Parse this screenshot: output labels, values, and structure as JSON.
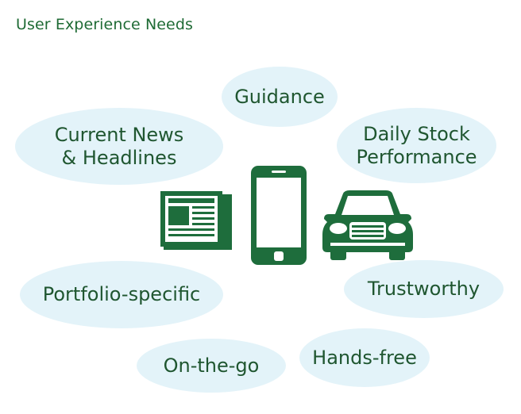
{
  "title": "User Experience Needs",
  "needs": [
    "Guidance",
    "Current News\n& Headlines",
    "Daily Stock\nPerformance",
    "Trustworthy",
    "Portfolio-specific",
    "On-the-go",
    "Hands-free"
  ],
  "icons": [
    "newspaper-icon",
    "smartphone-icon",
    "car-icon"
  ],
  "colors": {
    "title": "#1f6b35",
    "text": "#1f5630",
    "bubble": "#e3f3f9",
    "icon": "#1e6d3c"
  }
}
